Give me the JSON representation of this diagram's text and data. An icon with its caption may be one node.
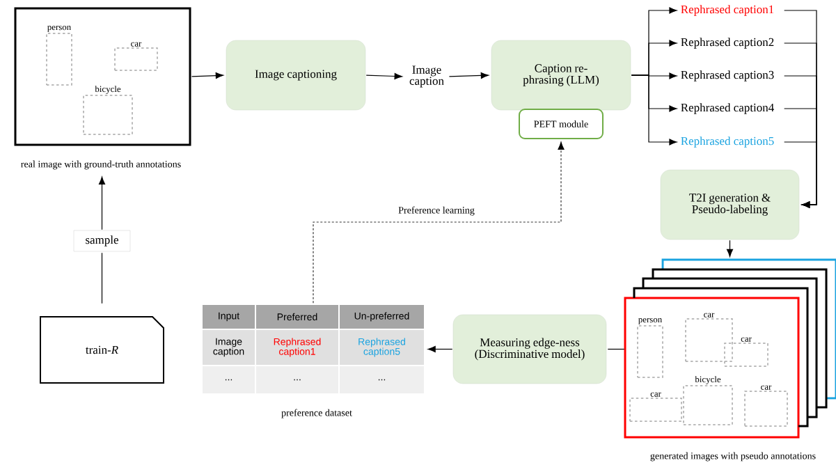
{
  "diagram": {
    "nodes": [
      {
        "text": [],
        "shape": "picture",
        "beside": [
          "real image with ground-truth annotations"
        ]
      },
      {
        "text": [
          "person"
        ],
        "in": 0
      },
      {
        "text": [
          "car"
        ],
        "in": 0
      },
      {
        "text": [
          "bicycle"
        ],
        "in": 0
      },
      {
        "text": [
          "Image captioning"
        ]
      },
      {
        "text": [
          "Image caption"
        ]
      },
      {
        "text": [
          "Caption re-phrasing (LLM)"
        ]
      },
      {
        "text": [
          "PEFT module"
        ]
      },
      {
        "text": [
          "Rephrased caption1"
        ]
      },
      {
        "text": [
          "Rephrased caption2"
        ]
      },
      {
        "text": [
          "Rephrased caption3"
        ]
      },
      {
        "text": [
          "Rephrased caption4"
        ]
      },
      {
        "text": [
          "Rephrased caption5"
        ]
      },
      {
        "text": [
          "T2I generation & Pseudo-labeling"
        ]
      },
      {
        "text": [],
        "shape": "picture",
        "beside": [
          "generated images with pseudo annotations"
        ]
      },
      {
        "text": [
          "person"
        ],
        "in": 14
      },
      {
        "text": [
          "car"
        ],
        "in": 14
      },
      {
        "text": [
          "car"
        ],
        "in": 14
      },
      {
        "text": [
          "car"
        ],
        "in": 14
      },
      {
        "text": [
          "bicycle"
        ],
        "in": 14
      },
      {
        "text": [
          "car"
        ],
        "in": 14
      },
      {
        "text": [
          "Measuring edge-ness (Discriminative model)"
        ]
      },
      {
        "text": [],
        "shape": "box",
        "beside": [
          "preference dataset"
        ]
      },
      {
        "text": [
          "sample"
        ]
      },
      {
        "text": [
          "train-*R*"
        ]
      }
    ],
    "edges": [
      {
        "from": 0,
        "to": 4,
        "arrow": "to"
      },
      {
        "from": 4,
        "to": 5,
        "arrow": "to"
      },
      {
        "from": 5,
        "to": 6,
        "arrow": "to"
      },
      {
        "from": 6,
        "to": 8,
        "arrow": "to"
      },
      {
        "from": 6,
        "to": 9,
        "arrow": "to"
      },
      {
        "from": 6,
        "to": 10,
        "arrow": "to"
      },
      {
        "from": 6,
        "to": 11,
        "arrow": "to"
      },
      {
        "from": 6,
        "to": 12,
        "arrow": "to"
      },
      {
        "from": 8,
        "to": 13,
        "arrow": "to"
      },
      {
        "from": 9,
        "to": 13,
        "arrow": "to"
      },
      {
        "from": 10,
        "to": 13,
        "arrow": "to"
      },
      {
        "from": 11,
        "to": 13,
        "arrow": "to"
      },
      {
        "from": 12,
        "to": 13,
        "arrow": "to"
      },
      {
        "from": 13,
        "to": 14,
        "arrow": "to"
      },
      {
        "from": 14,
        "to": 21,
        "arrow": "none"
      },
      {
        "from": 21,
        "to": 22,
        "arrow": "to"
      },
      {
        "from": 22,
        "to": 7,
        "arrow": "to",
        "style": "dashed",
        "label": "Preference learning"
      },
      {
        "from": 24,
        "to": 23,
        "arrow": "none"
      },
      {
        "from": 23,
        "to": 0,
        "arrow": "to"
      }
    ],
    "labels": [
      "Input",
      "Preferred",
      "Un-preferred",
      "Image caption",
      "Rephrased caption1",
      "Rephrased caption5",
      "...",
      "...",
      "..."
    ]
  }
}
